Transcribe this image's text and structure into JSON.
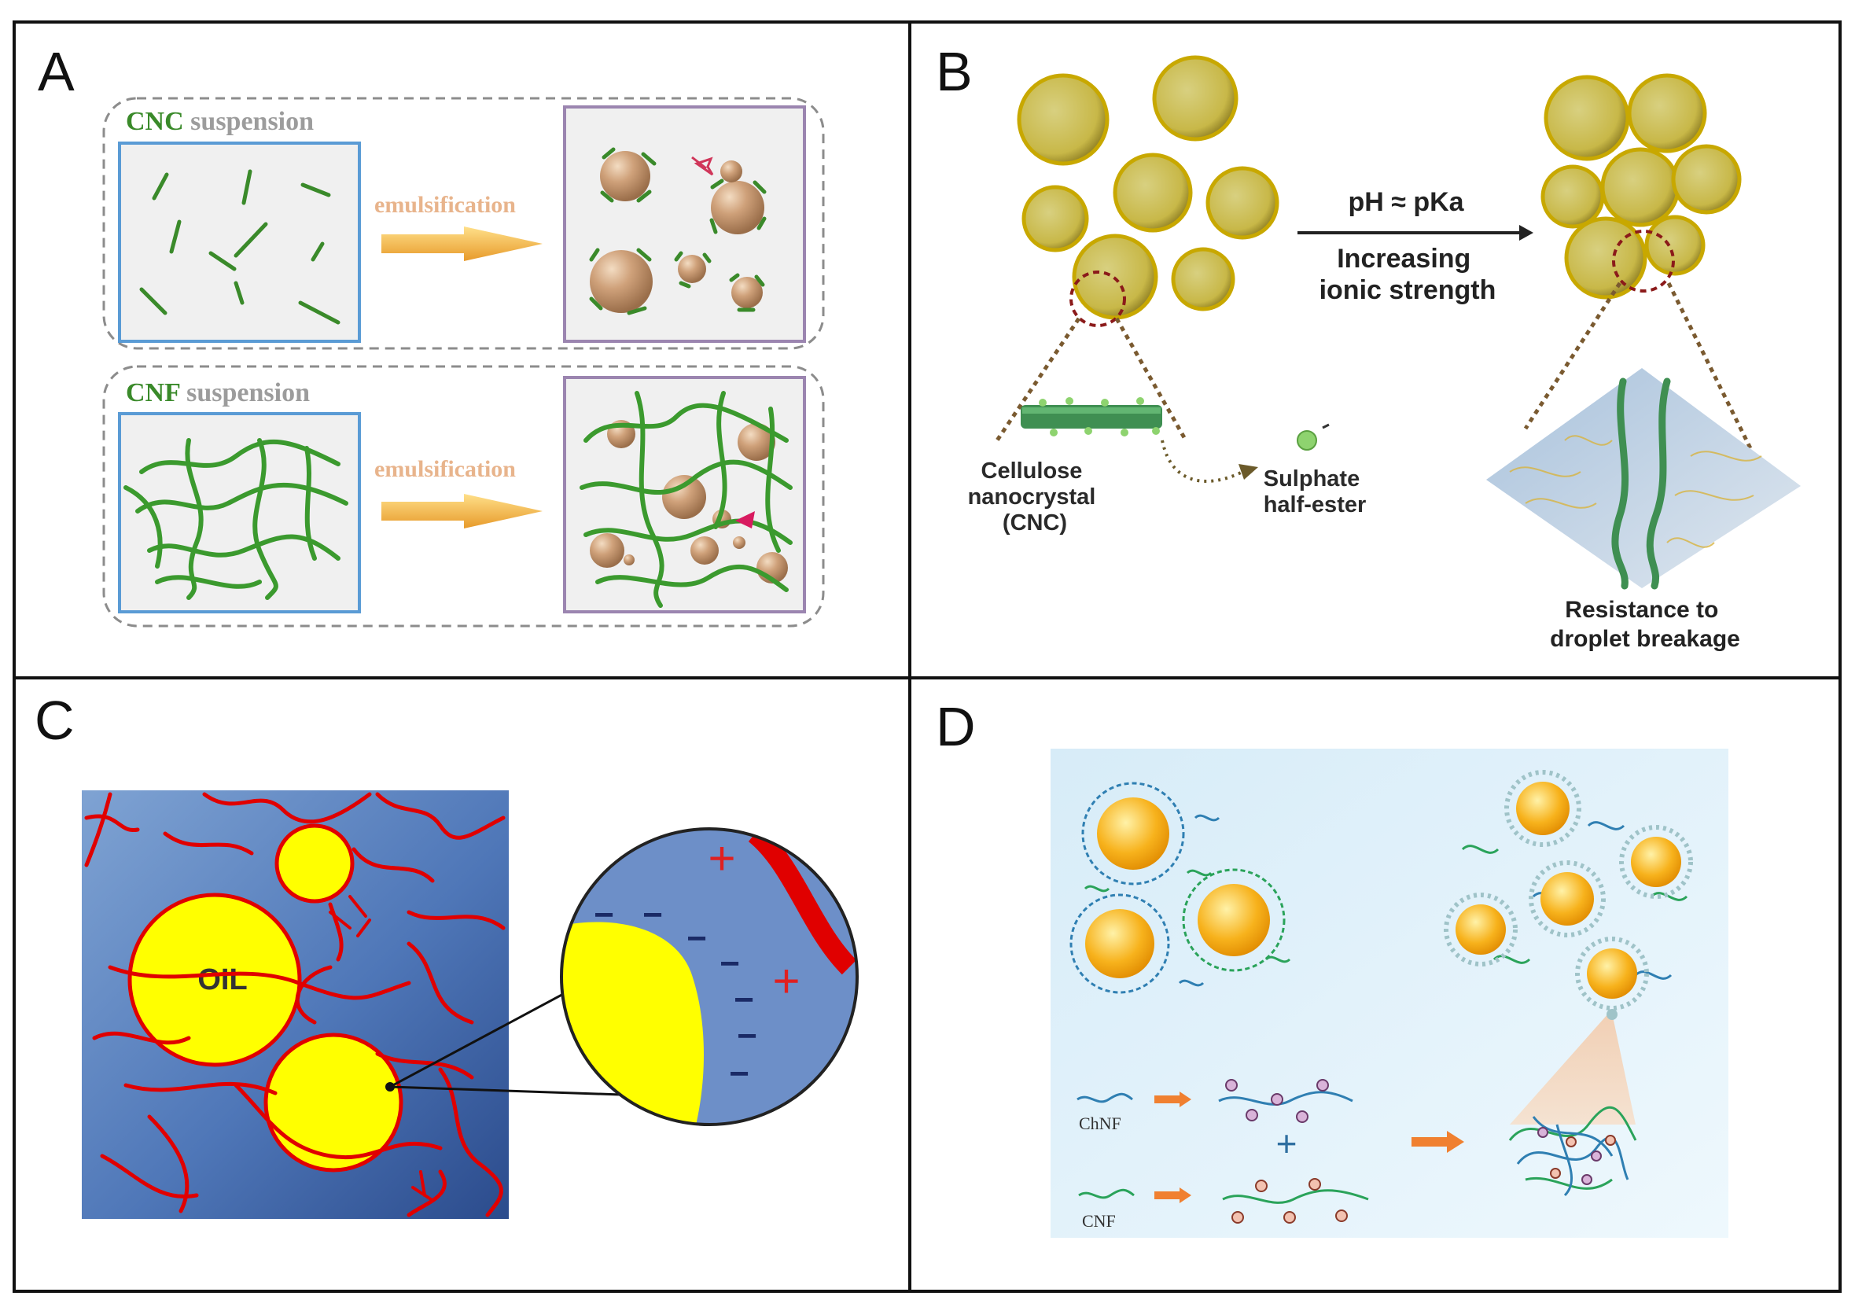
{
  "panels": {
    "a": {
      "letter": "A",
      "cnc_word": "CNC",
      "cnc_rest": " suspension",
      "cnf_word": "CNF",
      "cnf_rest": " suspension",
      "arrow_label_1": "emulsification",
      "arrow_label_2": "emulsification"
    },
    "b": {
      "letter": "B",
      "ph_label": "pH ≈ pKa",
      "ionic_line1": "Increasing",
      "ionic_line2": "ionic strength",
      "cnc_line1": "Cellulose",
      "cnc_line2": "nanocrystal",
      "cnc_line3": "(CNC)",
      "sulphate_line1": "Sulphate",
      "sulphate_line2": "half-ester",
      "resist_line1": "Resistance to",
      "resist_line2": "droplet breakage"
    },
    "c": {
      "letter": "C",
      "oil_label": "OIL",
      "plus_sign": "+",
      "minus_sign": "−"
    },
    "d": {
      "letter": "D",
      "chnf_label": "ChNF",
      "cnf_label": "CNF",
      "plus_sign": "+"
    }
  },
  "colors": {
    "cnc_green": "#3a8a2a",
    "fiber_green": "#3b9a2e",
    "droplet_brown": "#c99a70",
    "arrow_gold": "#f0b84a",
    "label_orange": "#e8b48c",
    "box_blue": "#5a9bd5",
    "box_purple": "#9b85b0",
    "oil_yellow": "#ffff00",
    "fiber_red": "#e00000",
    "water_blue": "#5a7fbf",
    "d_background": "#e8f4fb",
    "sphere_orange": "#f4a818"
  }
}
